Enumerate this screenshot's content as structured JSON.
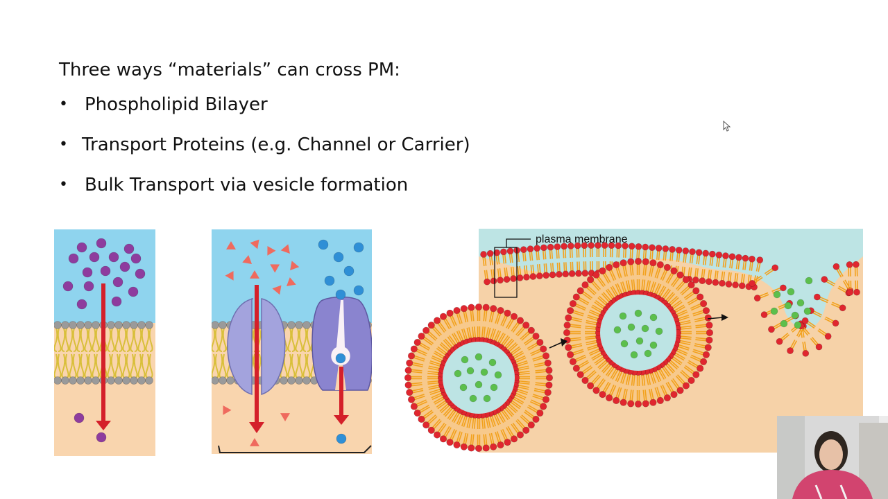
{
  "slide": {
    "title": "Three ways “materials” can cross PM:",
    "bullets": [
      "Phospholipid Bilayer",
      "Transport Proteins (e.g. Channel or Carrier)",
      "Bulk Transport via vesicle formation"
    ]
  },
  "figure_bulk": {
    "label": "plasma membrane"
  },
  "colors": {
    "extracellular": "#8fd4ee",
    "cytoplasm": "#f9d5ae",
    "lipid_head_gray": "#9a9a9a",
    "lipid_tail": "#d9bf3a",
    "red_head": "#e0262f",
    "orange_tail": "#f2a11c",
    "arrow_red": "#d4202a",
    "purple_molecule": "#8e3c9e",
    "blue_molecule": "#2f8fd6",
    "triangle": "#ef6a5e",
    "protein": "#9f9fd9",
    "green_molecule": "#5cbf4c"
  }
}
